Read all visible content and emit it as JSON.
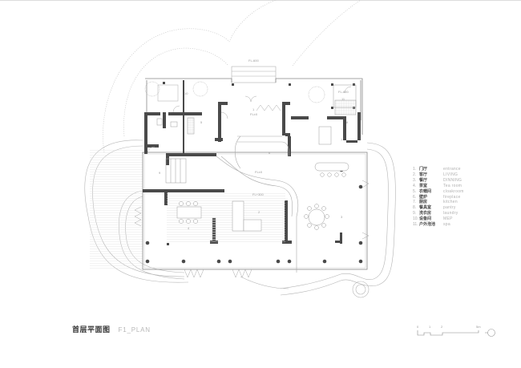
{
  "drawing": {
    "title_cn": "首层平面图",
    "title_en": "F1_PLAN",
    "level_labels": {
      "entry_steps": "FL-600",
      "entrance": "FL±0",
      "living": "FL±0",
      "dining_platform": "FL+300",
      "spa": "FL-600"
    },
    "room_numbers": {
      "entrance": "1",
      "living": "2",
      "dining": "3",
      "tea_room": "4",
      "cloakroom": "5",
      "fireplace": "6",
      "kitchen": "7",
      "pantry": "8",
      "laundry": "9",
      "mep": "10",
      "spa": "11"
    }
  },
  "legend": {
    "items": [
      {
        "num": "1.",
        "cn": "门厅",
        "en": "entrance"
      },
      {
        "num": "2.",
        "cn": "客厅",
        "en": "LIVING"
      },
      {
        "num": "3.",
        "cn": "餐厅",
        "en": "DINNING"
      },
      {
        "num": "4.",
        "cn": "茶室",
        "en": "Tea room"
      },
      {
        "num": "5.",
        "cn": "衣帽间",
        "en": "cloakroom"
      },
      {
        "num": "6.",
        "cn": "壁炉",
        "en": "fireplace"
      },
      {
        "num": "7.",
        "cn": "厨房",
        "en": "kitchen"
      },
      {
        "num": "8.",
        "cn": "餐具室",
        "en": "pantry"
      },
      {
        "num": "9.",
        "cn": "洗衣房",
        "en": "laundry"
      },
      {
        "num": "10.",
        "cn": "设备间",
        "en": "MEP"
      },
      {
        "num": "11.",
        "cn": "户外泡池",
        "en": "spa"
      }
    ]
  },
  "scale_bar": {
    "ticks": [
      "0",
      "1",
      "2",
      "5m"
    ]
  },
  "colors": {
    "wall": "#4a4a4a",
    "line": "#9a9a9a",
    "hatch": "#d6d6d6",
    "dotted": "#bdbdbd"
  }
}
